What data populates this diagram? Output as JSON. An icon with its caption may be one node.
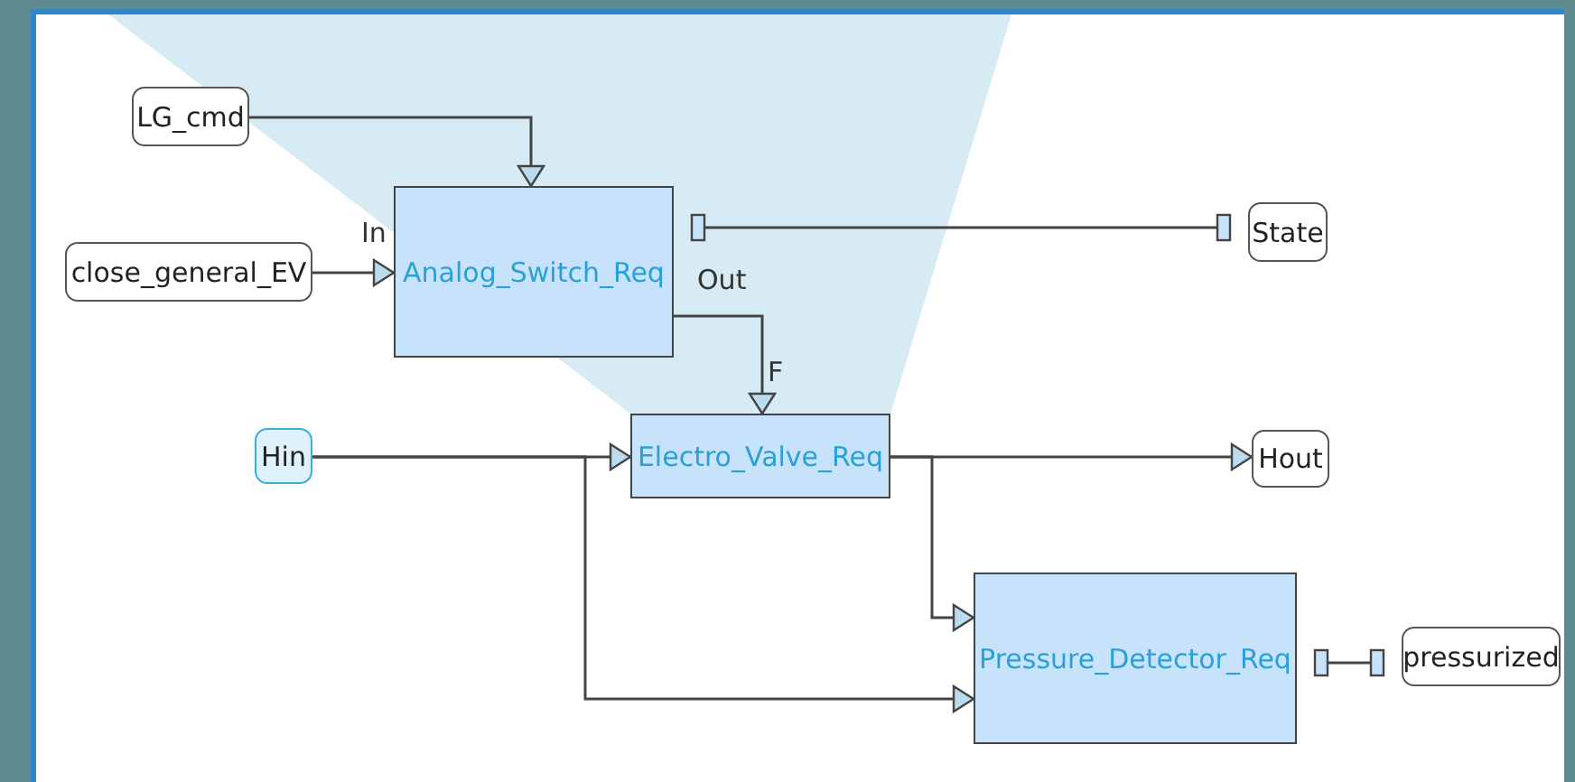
{
  "diagram": {
    "nodes": [
      {
        "text": [
          "LG_cmd"
        ]
      },
      {
        "text": [
          "close_general_EV"
        ]
      },
      {
        "text": [
          "Analog_Switch_Req"
        ]
      },
      {
        "text": [
          "State"
        ]
      },
      {
        "text": [
          "Hin"
        ]
      },
      {
        "text": [
          "Electro_Valve_Req"
        ]
      },
      {
        "text": [
          "Hout"
        ]
      },
      {
        "text": [
          "Pressure_Detector_Req"
        ]
      },
      {
        "text": [
          "pressurized"
        ]
      }
    ],
    "edges": [
      {
        "from": 0,
        "to": 2,
        "arrow": "to"
      },
      {
        "from": 1,
        "to": 2,
        "arrow": "to"
      },
      {
        "from": 2,
        "to": 3,
        "arrow": "other"
      },
      {
        "from": 2,
        "to": 5,
        "arrow": "to"
      },
      {
        "from": 4,
        "to": 5,
        "arrow": "to"
      },
      {
        "from": 4,
        "to": 7,
        "arrow": "to"
      },
      {
        "from": 5,
        "to": 6,
        "arrow": "to"
      },
      {
        "from": 5,
        "to": 7,
        "arrow": "to"
      },
      {
        "from": 7,
        "to": 8,
        "arrow": "other"
      }
    ],
    "labels": [
      "In",
      "Out",
      "F"
    ]
  }
}
